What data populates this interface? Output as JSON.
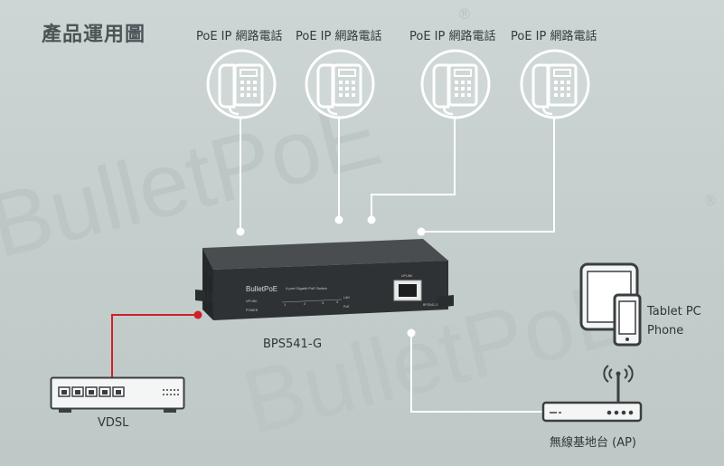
{
  "title": "產品運用圖",
  "phones": [
    {
      "label": "PoE IP 網路電話"
    },
    {
      "label": "PoE IP 網路電話"
    },
    {
      "label": "PoE IP 網路電話"
    },
    {
      "label": "PoE IP 網路電話"
    }
  ],
  "switch": {
    "model": "BPS541-G",
    "brand": "BulletPoE",
    "subtitle": "4-port Gigabit PoE Switch",
    "uplink_label": "UPLINK",
    "model_small": "BPS541-G",
    "led_labels": [
      "UPLINK",
      "POWER",
      "LAN",
      "PoE"
    ],
    "port_numbers": [
      "1",
      "2",
      "3",
      "4"
    ]
  },
  "devices": {
    "vdsl": "VDSL",
    "tablet": "Tablet PC",
    "phone": "Phone",
    "ap": "無線基地台 (AP)"
  },
  "watermark": {
    "text": "BulletPoE",
    "registered": "®"
  },
  "colors": {
    "line": "#ffffff",
    "uplink_line": "#d0202a",
    "device_dark": "#3b3e40",
    "text": "#2f3538"
  }
}
